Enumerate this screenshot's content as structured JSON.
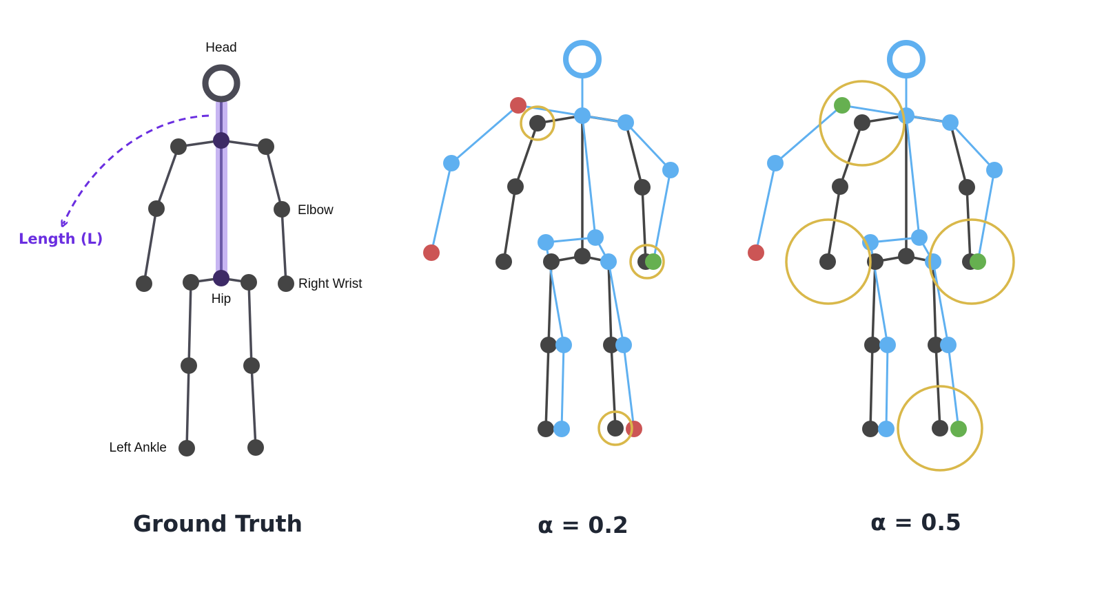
{
  "colors": {
    "ground_truth_skeleton": "#4a4a55",
    "ground_truth_joint": "#444444",
    "prediction": "#5fb0f0",
    "incorrect": "#cc5555",
    "correct": "#66b050",
    "threshold_circle": "#d9b84a",
    "length_highlight": "#c7b5f2",
    "length_arrow": "#6a2ee0",
    "torso_joint": "#3d2a66"
  },
  "labels": {
    "head": "Head",
    "elbow": "Elbow",
    "right_wrist": "Right Wrist",
    "hip": "Hip",
    "left_ankle": "Left Ankle",
    "length": "Length (L)"
  },
  "panels": [
    {
      "caption": "Ground Truth"
    },
    {
      "caption": "α = 0.2",
      "alpha": 0.2
    },
    {
      "caption": "α = 0.5",
      "alpha": 0.5
    }
  ],
  "outcomes": {
    "alpha_0_2": {
      "incorrect": [
        "left wrist",
        "left shoulder",
        "right ankle"
      ],
      "correct": [
        "right wrist"
      ]
    },
    "alpha_0_5": {
      "incorrect": [
        "left wrist"
      ],
      "correct": [
        "left shoulder",
        "right wrist",
        "right ankle"
      ]
    }
  },
  "icons": [
    "stick-figure-skeleton",
    "threshold-circle",
    "dashed-arrow"
  ]
}
